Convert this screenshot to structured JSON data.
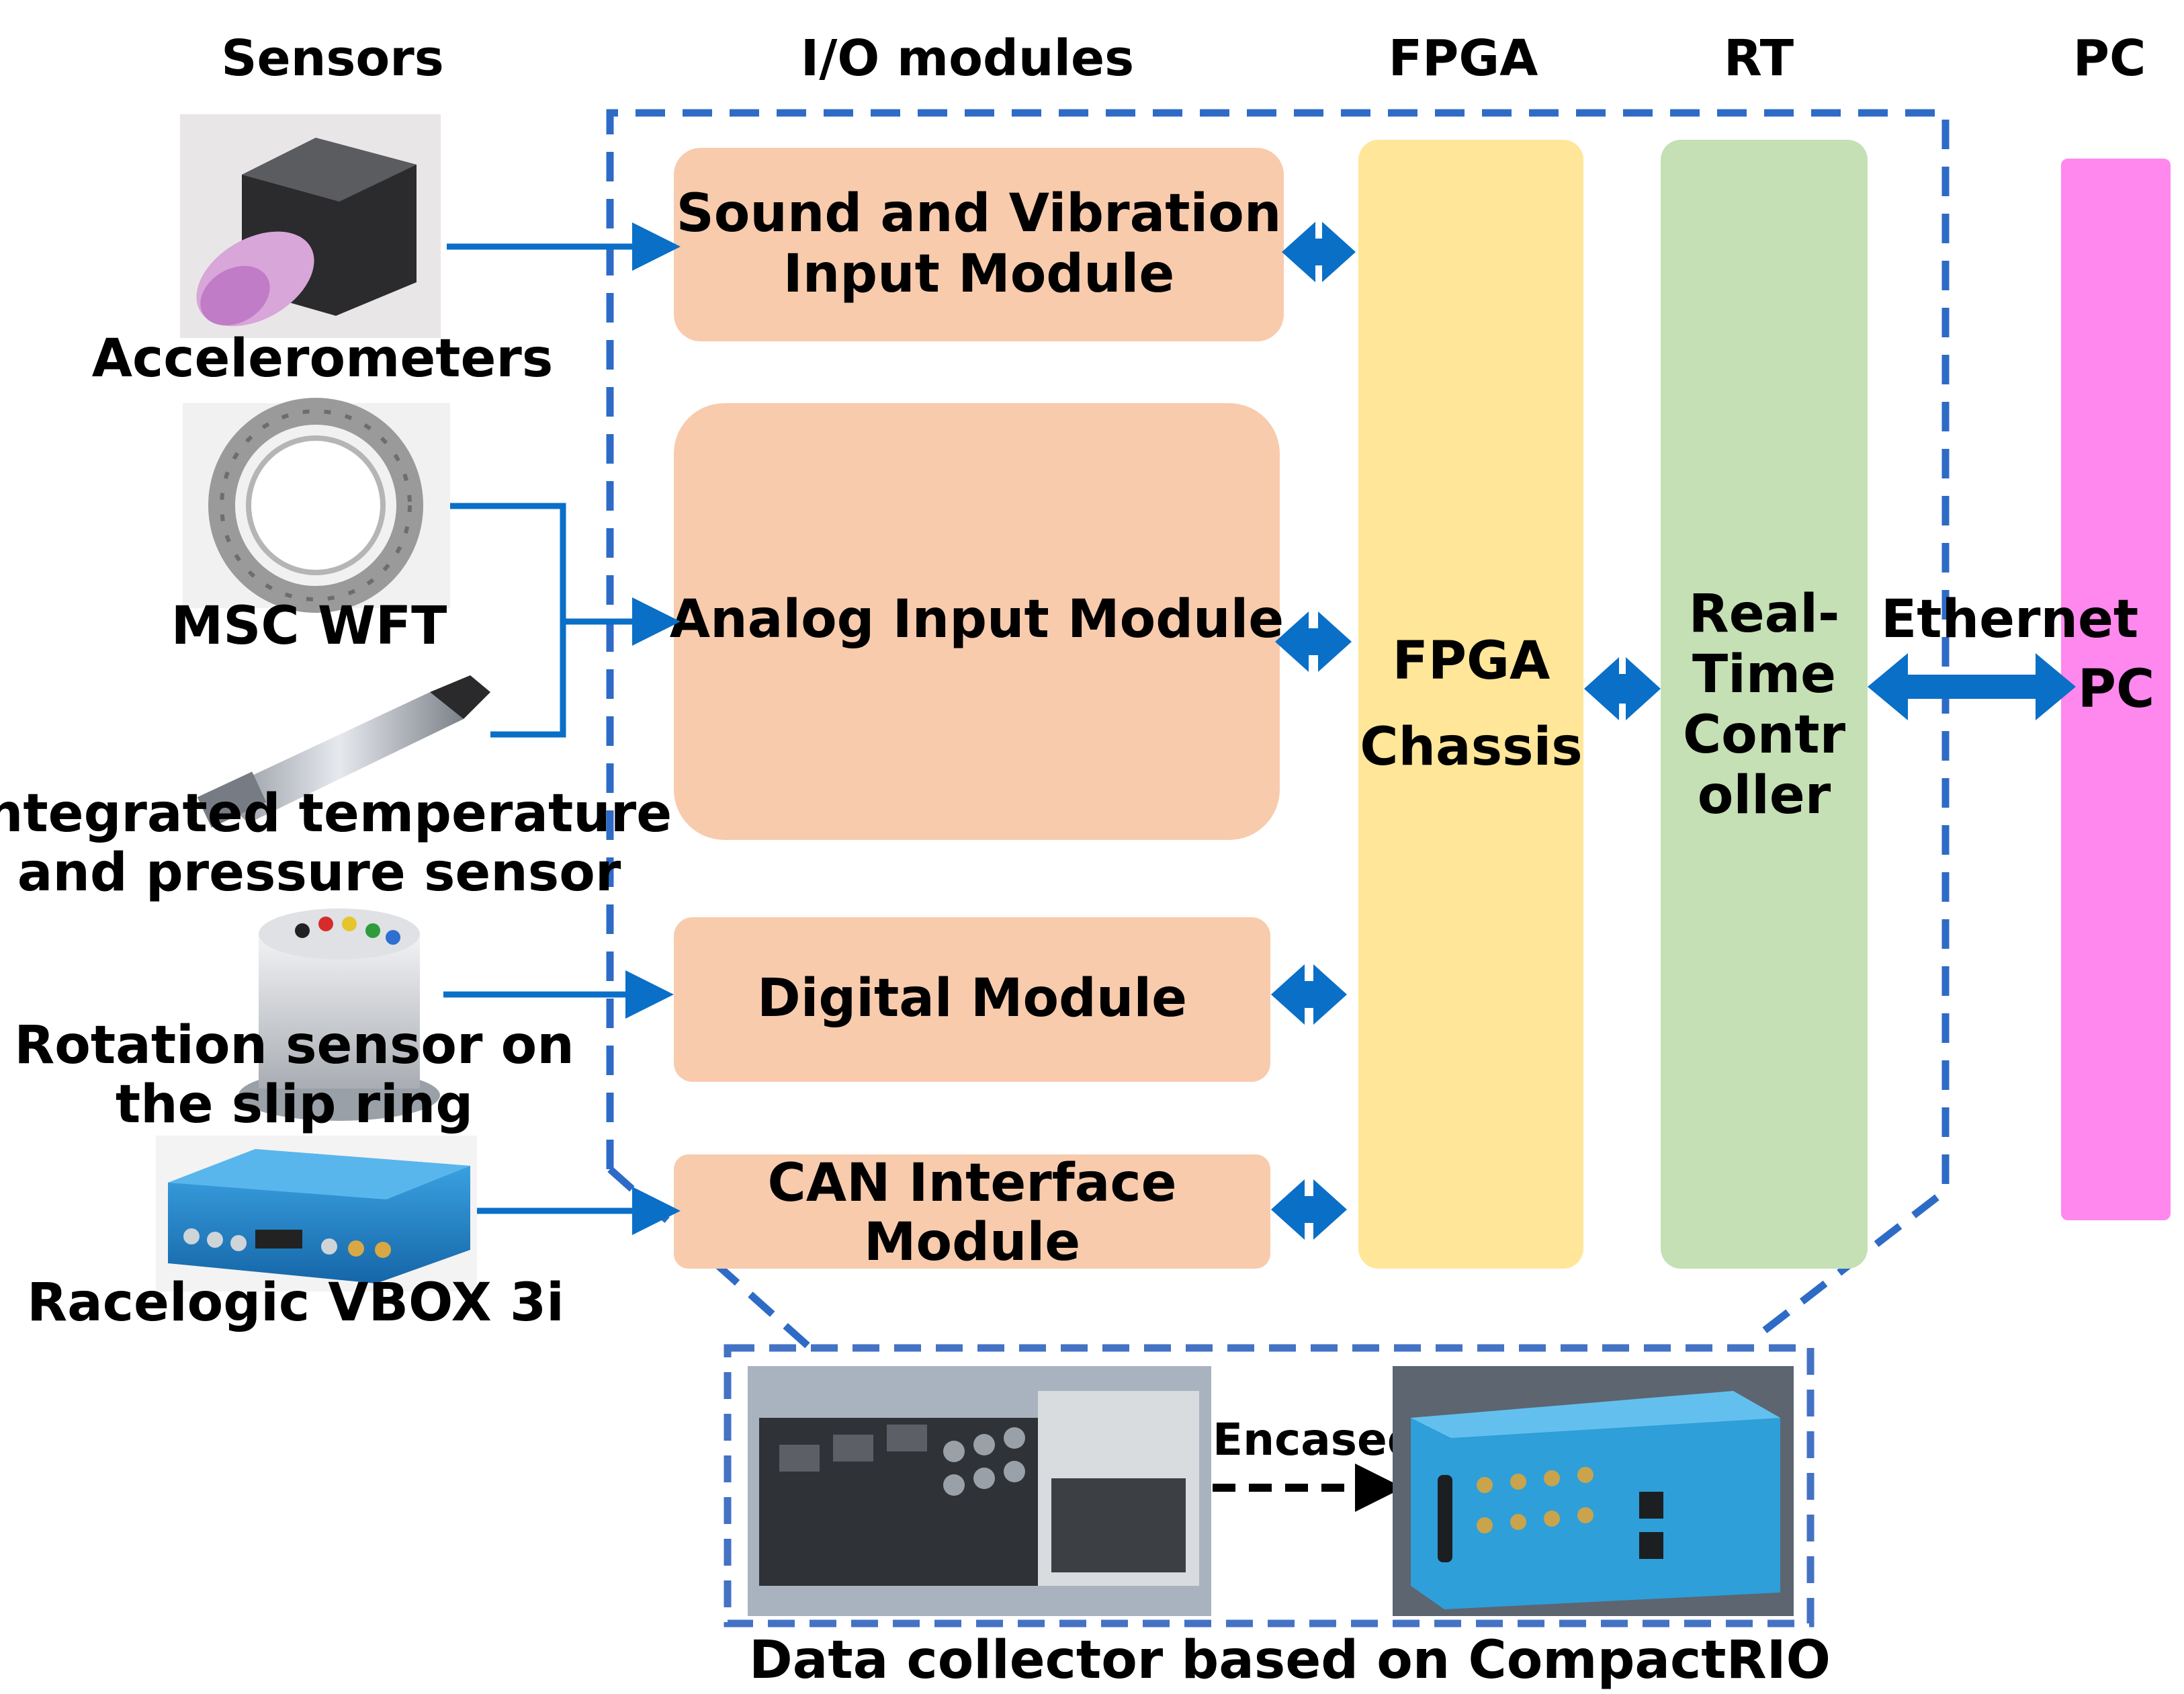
{
  "columns": {
    "sensors": "Sensors",
    "io_modules": "I/O modules",
    "fpga": "FPGA",
    "rt": "RT",
    "pc": "PC"
  },
  "sensors": {
    "accelerometers": "Accelerometers",
    "msc_wft": "MSC WFT",
    "temp_pressure_line1": "Integrated temperature",
    "temp_pressure_line2": "and pressure sensor",
    "rotation_line1": "Rotation sensor on",
    "rotation_line2": "the slip ring",
    "racelogic": "Racelogic VBOX 3i"
  },
  "modules": {
    "sound_line1": "Sound and Vibration",
    "sound_line2": "Input Module",
    "analog": "Analog Input Module",
    "digital": "Digital Module",
    "can_line1": "CAN Interface",
    "can_line2": "Module"
  },
  "fpga_chassis": {
    "line1": "FPGA",
    "line2": "Chassis"
  },
  "rt_controller": {
    "line1": "Real-",
    "line2": "Time",
    "line3": "Contr",
    "line4": "oller"
  },
  "link": {
    "ethernet": "Ethernet"
  },
  "pc_box": "PC",
  "collector": {
    "encased": "Encased",
    "caption": "Data collector based on CompactRIO"
  },
  "colors": {
    "module_fill": "#F8CBAD",
    "fpga_fill": "#FFE699",
    "rt_fill": "#C5E0B4",
    "pc_fill": "#FF88EE",
    "arrow_blue": "#0A6FC7",
    "dash_blue": "#2E6BC6",
    "collector_dash": "#4472C4"
  }
}
